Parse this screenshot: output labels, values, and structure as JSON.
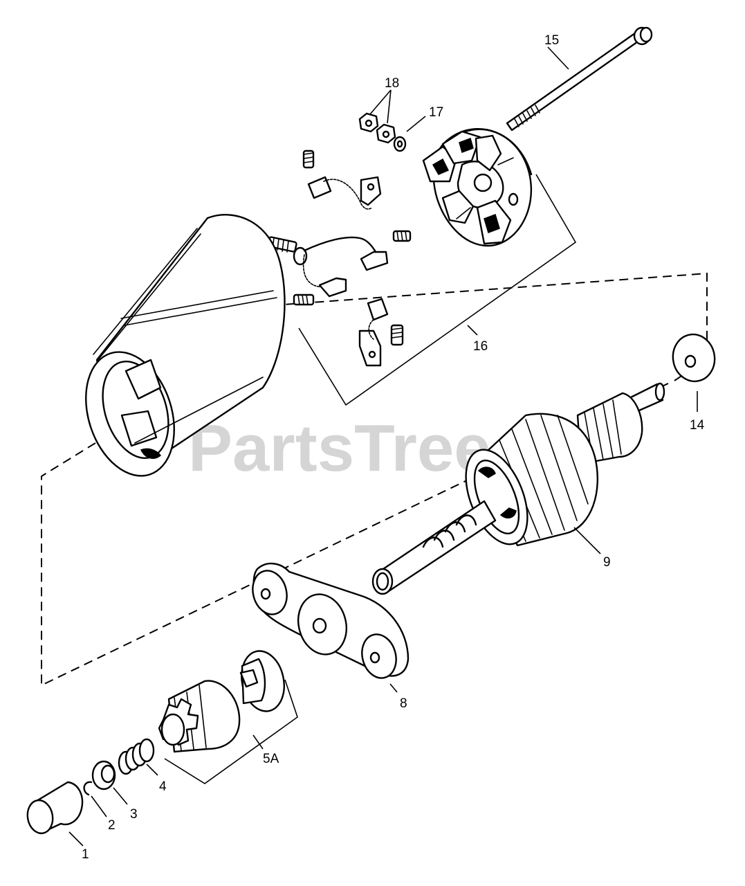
{
  "watermark": {
    "text": "PartsTree",
    "trademark": "™"
  },
  "callouts": {
    "c1": "1",
    "c2": "2",
    "c3": "3",
    "c4": "4",
    "c5a": "5A",
    "c8": "8",
    "c9": "9",
    "c14": "14",
    "c15": "15",
    "c16": "16",
    "c17": "17",
    "c18": "18"
  }
}
